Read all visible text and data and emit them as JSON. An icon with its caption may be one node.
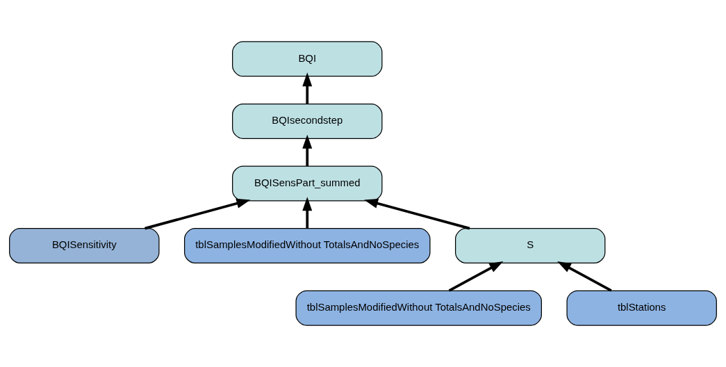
{
  "diagram": {
    "nodes": [
      {
        "text": [
          "BQI"
        ]
      },
      {
        "text": [
          "BQIsecondstep"
        ]
      },
      {
        "text": [
          "BQISensPart_summed"
        ]
      },
      {
        "text": [
          "BQISensitivity"
        ]
      },
      {
        "text": [
          "tblSamplesModifiedWithout TotalsAndNoSpecies"
        ]
      },
      {
        "text": [
          "S"
        ]
      },
      {
        "text": [
          "tblSamplesModifiedWithout TotalsAndNoSpecies"
        ]
      },
      {
        "text": [
          "tblStations"
        ]
      }
    ],
    "edges": [
      {
        "from": 1,
        "to": 0,
        "arrow": "to"
      },
      {
        "from": 2,
        "to": 1,
        "arrow": "to"
      },
      {
        "from": 3,
        "to": 2,
        "arrow": "to"
      },
      {
        "from": 4,
        "to": 2,
        "arrow": "to"
      },
      {
        "from": 5,
        "to": 2,
        "arrow": "to"
      },
      {
        "from": 6,
        "to": 5,
        "arrow": "to"
      },
      {
        "from": 7,
        "to": 5,
        "arrow": "to"
      }
    ]
  }
}
